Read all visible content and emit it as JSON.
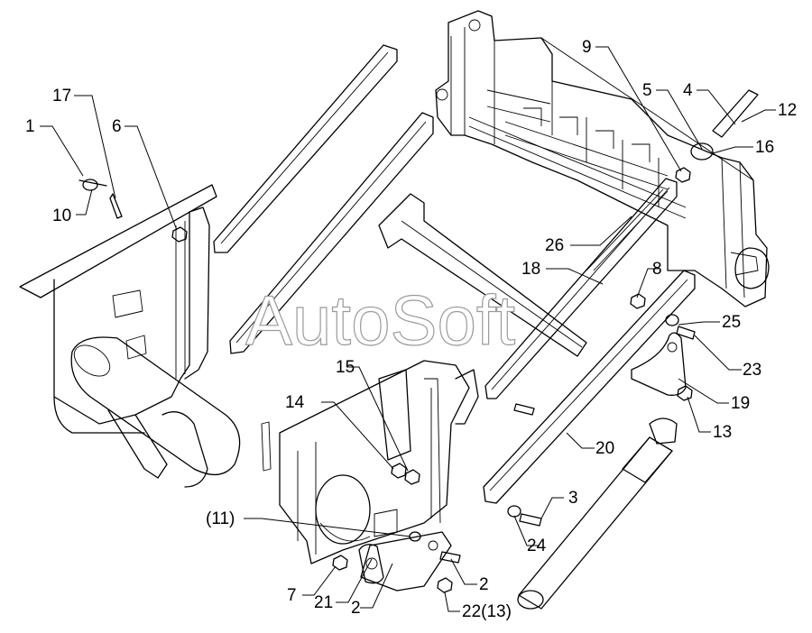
{
  "watermark": "AutoSoft",
  "callouts": [
    {
      "id": "c17",
      "text": "17"
    },
    {
      "id": "c1",
      "text": "1"
    },
    {
      "id": "c10",
      "text": "10"
    },
    {
      "id": "c6",
      "text": "6"
    },
    {
      "id": "c9",
      "text": "9"
    },
    {
      "id": "c5",
      "text": "5"
    },
    {
      "id": "c4",
      "text": "4"
    },
    {
      "id": "c12",
      "text": "12"
    },
    {
      "id": "c16",
      "text": "16"
    },
    {
      "id": "c26",
      "text": "26"
    },
    {
      "id": "c18",
      "text": "18"
    },
    {
      "id": "c8",
      "text": "8"
    },
    {
      "id": "c25",
      "text": "25"
    },
    {
      "id": "c23",
      "text": "23"
    },
    {
      "id": "c19",
      "text": "19"
    },
    {
      "id": "c13",
      "text": "13"
    },
    {
      "id": "c15",
      "text": "15"
    },
    {
      "id": "c14",
      "text": "14"
    },
    {
      "id": "c20",
      "text": "20"
    },
    {
      "id": "c3",
      "text": "3"
    },
    {
      "id": "c24",
      "text": "24"
    },
    {
      "id": "c11",
      "text": "(11)"
    },
    {
      "id": "c2a",
      "text": "2"
    },
    {
      "id": "c2b",
      "text": "2"
    },
    {
      "id": "c7",
      "text": "7"
    },
    {
      "id": "c21",
      "text": "21"
    },
    {
      "id": "c22",
      "text": "22(13)"
    }
  ]
}
